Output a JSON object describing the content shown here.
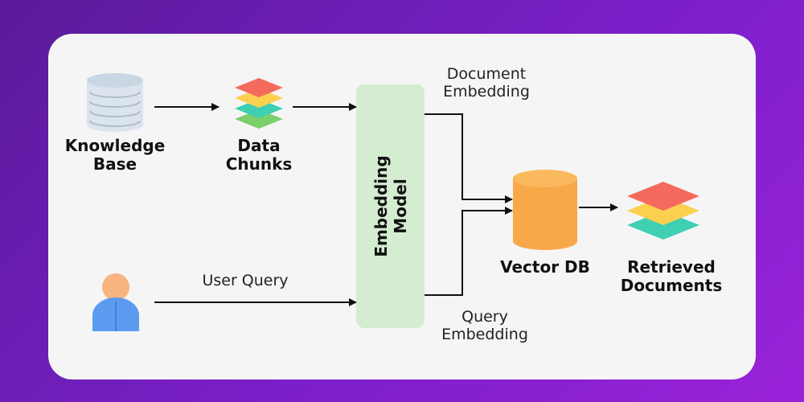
{
  "nodes": {
    "knowledge_base": "Knowledge\nBase",
    "data_chunks": "Data\nChunks",
    "embedding_model": "Embedding\nModel",
    "vector_db": "Vector DB",
    "retrieved_documents": "Retrieved\nDocuments"
  },
  "edge_labels": {
    "document_embedding": "Document\nEmbedding",
    "user_query": "User Query",
    "query_embedding": "Query\nEmbedding"
  },
  "icons": {
    "knowledge_base": "database-icon",
    "data_chunks": "layers-icon",
    "user": "user-icon",
    "vector_db": "cylinder-icon",
    "retrieved_documents": "layers-icon"
  },
  "colors": {
    "background_start": "#5a1b9a",
    "background_end": "#9a22d8",
    "card": "#f5f5f5",
    "embedding_model": "#d4edd0",
    "vector_db": "#f9a849",
    "layer_red": "#f46b5e",
    "layer_yellow": "#fcd04f",
    "layer_teal": "#3fcfb3",
    "layer_green": "#7ccf6b",
    "user_head": "#f8b37f",
    "user_body": "#5c9bf0"
  }
}
